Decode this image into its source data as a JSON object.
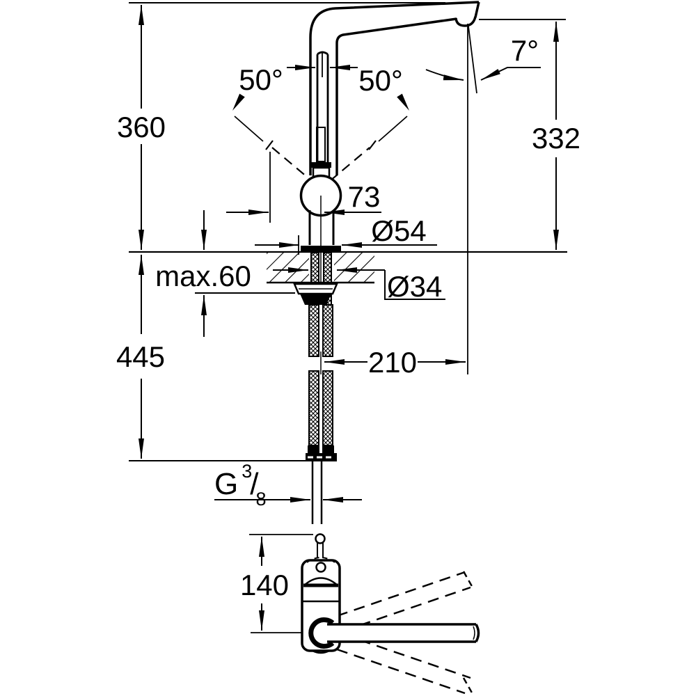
{
  "drawing": {
    "kind": "faucet installation dimension drawing",
    "dimensions": {
      "height_above_counter": "360",
      "under_counter_depth": "445",
      "spout_outlet_height": "332",
      "handle_swing_left": "50°",
      "handle_swing_right": "50°",
      "spout_tilt": "7°",
      "handle_offset": "73",
      "base_diameter": "Ø54",
      "mount_hole_diameter": "Ø34",
      "max_counter_thickness": "max.60",
      "spout_reach": "210",
      "swivel_lever_height": "140",
      "thread": {
        "g": "G",
        "numerator": "3",
        "slash": "/",
        "denominator": "8"
      }
    }
  }
}
